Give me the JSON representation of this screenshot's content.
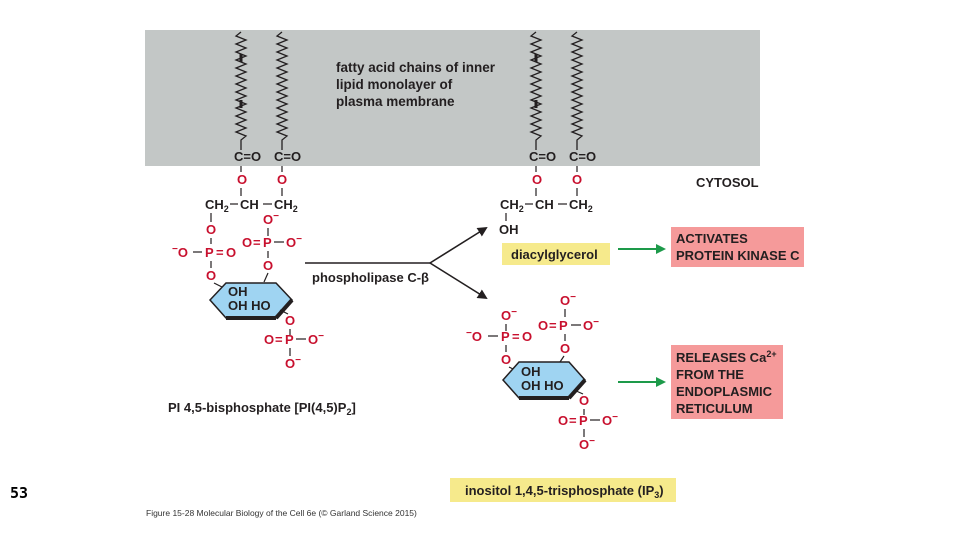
{
  "slide": {
    "number": "53"
  },
  "membrane": {
    "label_line1": "fatty acid chains of inner",
    "label_line2": "lipid monolayer of",
    "label_line3": "plasma membrane",
    "color": "#c3c7c6"
  },
  "cytosol_label": "CYTOSOL",
  "enzyme_label": "phospholipase C-β",
  "pip2": {
    "ester_left": "C=O",
    "ester_right": "C=O",
    "oxy": "O",
    "glycerol_ch2_left": "CH",
    "glycerol_ch": "CH",
    "glycerol_ch2_right": "CH",
    "sub2": "2",
    "ring_line1": "OH",
    "ring_line2": "OH HO",
    "name_prefix": "PI 4,5-bisphosphate [PI(4,5)P",
    "name_sub": "2",
    "name_suffix": "]"
  },
  "dag": {
    "ester_left": "C=O",
    "ester_right": "C=O",
    "oxy": "O",
    "glycerol_ch2_left": "CH",
    "glycerol_ch": "CH",
    "glycerol_ch2_right": "CH",
    "sub2": "2",
    "oh": "OH",
    "name": "diacylglycerol",
    "box_color": "#f6ea8c"
  },
  "ip3": {
    "ring_line1": "OH",
    "ring_line2": "OH HO",
    "name_prefix": "inositol 1,4,5-trisphosphate (IP",
    "name_sub": "3",
    "name_suffix": ")",
    "box_color": "#f6ea8c"
  },
  "phosphate": {
    "o_minus": "O",
    "minus": "−",
    "p": "P",
    "eq": "=",
    "o": "O"
  },
  "outcomes": {
    "pkc_line1": "ACTIVATES",
    "pkc_line2": "PROTEIN KINASE C",
    "ca_line1": "RELEASES Ca",
    "ca_sup": "2+",
    "ca_line2": "FROM THE",
    "ca_line3": "ENDOPLASMIC",
    "ca_line4": "RETICULUM",
    "box_color": "#f59a9a",
    "arrow_color": "#1d9a4a"
  },
  "ring_color": "#9fd4f2",
  "caption": "Figure 15-28 Molecular Biology of the Cell 6e (© Garland Science 2015)"
}
